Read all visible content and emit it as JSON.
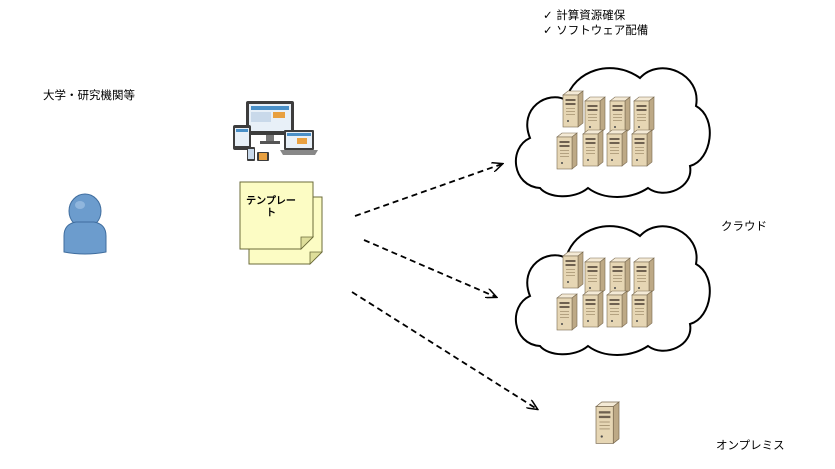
{
  "checklist": [
    {
      "mark": "✓",
      "text": "計算資源確保"
    },
    {
      "mark": "✓",
      "text": "ソフトウェア配備"
    }
  ],
  "user": {
    "label": "大学・研究機関等"
  },
  "template": {
    "line1": "テンプレー",
    "line2": "ト"
  },
  "targets": {
    "cloud_label": "クラウド",
    "onprem_label": "オンプレミス"
  },
  "colors": {
    "person": "#6c9ccd",
    "note": "#fcfcc4",
    "server": "#e6d6b4",
    "arrow": "#000000"
  }
}
